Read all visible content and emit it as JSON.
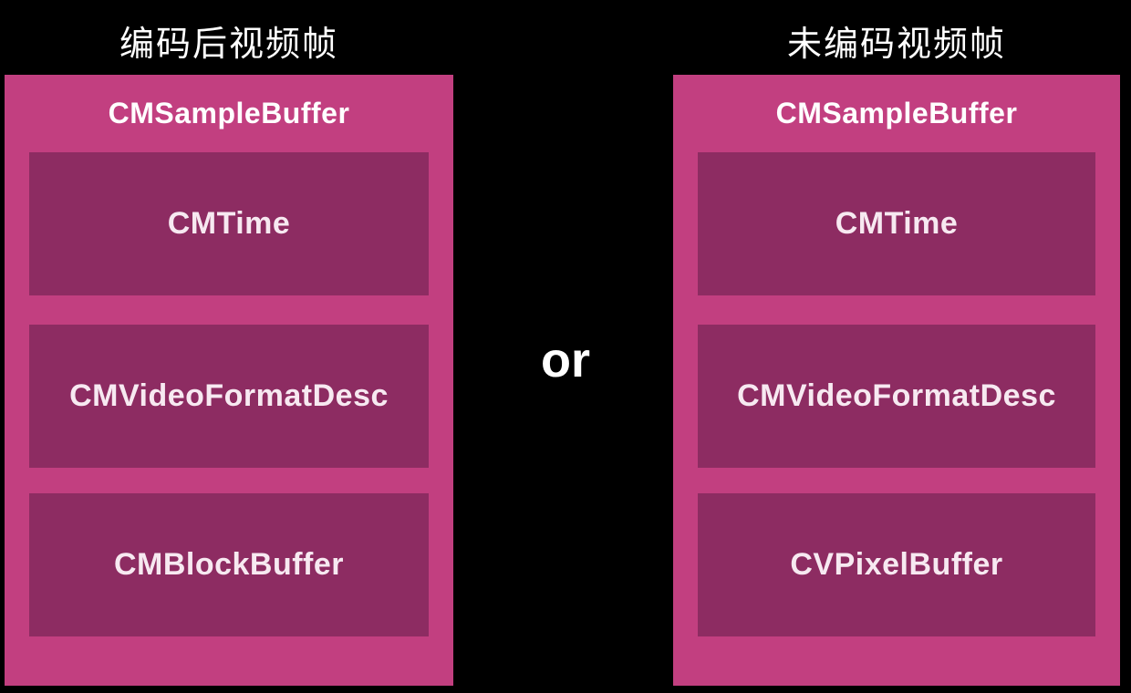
{
  "diagram": {
    "connector": "or",
    "colors": {
      "background": "#000000",
      "outer_box": "#c23f80",
      "inner_box": "#8d2c62",
      "title_text": "#ffffff",
      "inner_text": "#f7e9f1"
    },
    "columns": [
      {
        "title": "编码后视频帧",
        "container": "CMSampleBuffer",
        "children": [
          "CMTime",
          "CMVideoFormatDesc",
          "CMBlockBuffer"
        ]
      },
      {
        "title": "未编码视频帧",
        "container": "CMSampleBuffer",
        "children": [
          "CMTime",
          "CMVideoFormatDesc",
          "CVPixelBuffer"
        ]
      }
    ]
  }
}
